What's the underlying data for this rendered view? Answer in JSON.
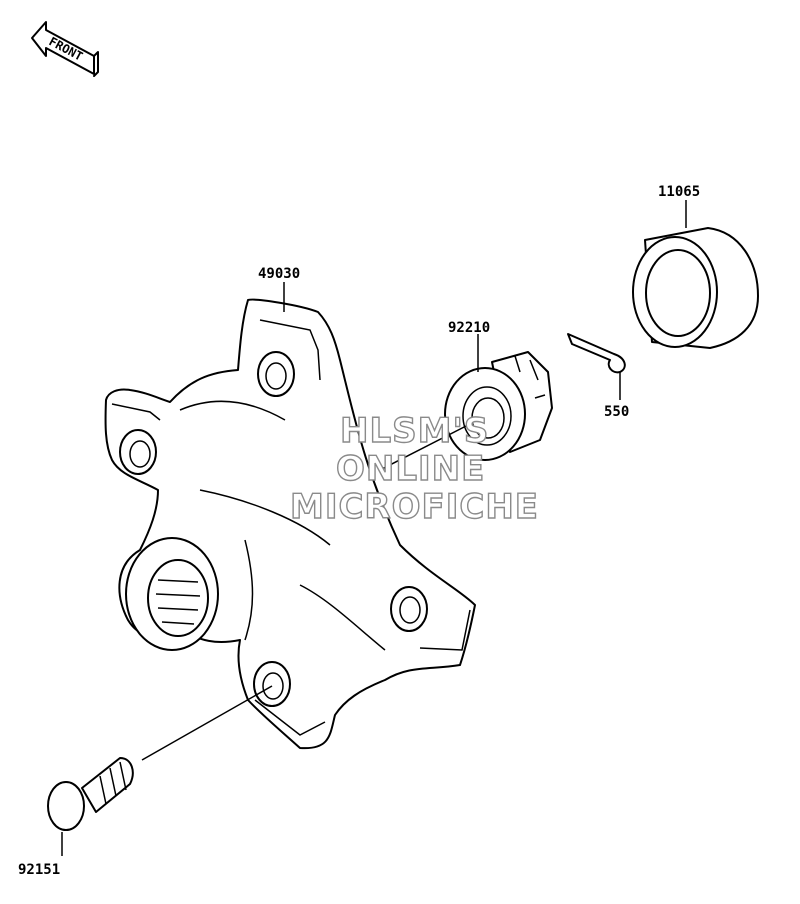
{
  "direction_marker": {
    "label": "FRONT"
  },
  "parts": [
    {
      "number": "49030"
    },
    {
      "number": "92210"
    },
    {
      "number": "11065"
    },
    {
      "number": "550"
    },
    {
      "number": "92151"
    }
  ],
  "watermark": {
    "line1": "HLSM'S",
    "line2": "ONLINE",
    "line3": "MICROFICHE"
  }
}
